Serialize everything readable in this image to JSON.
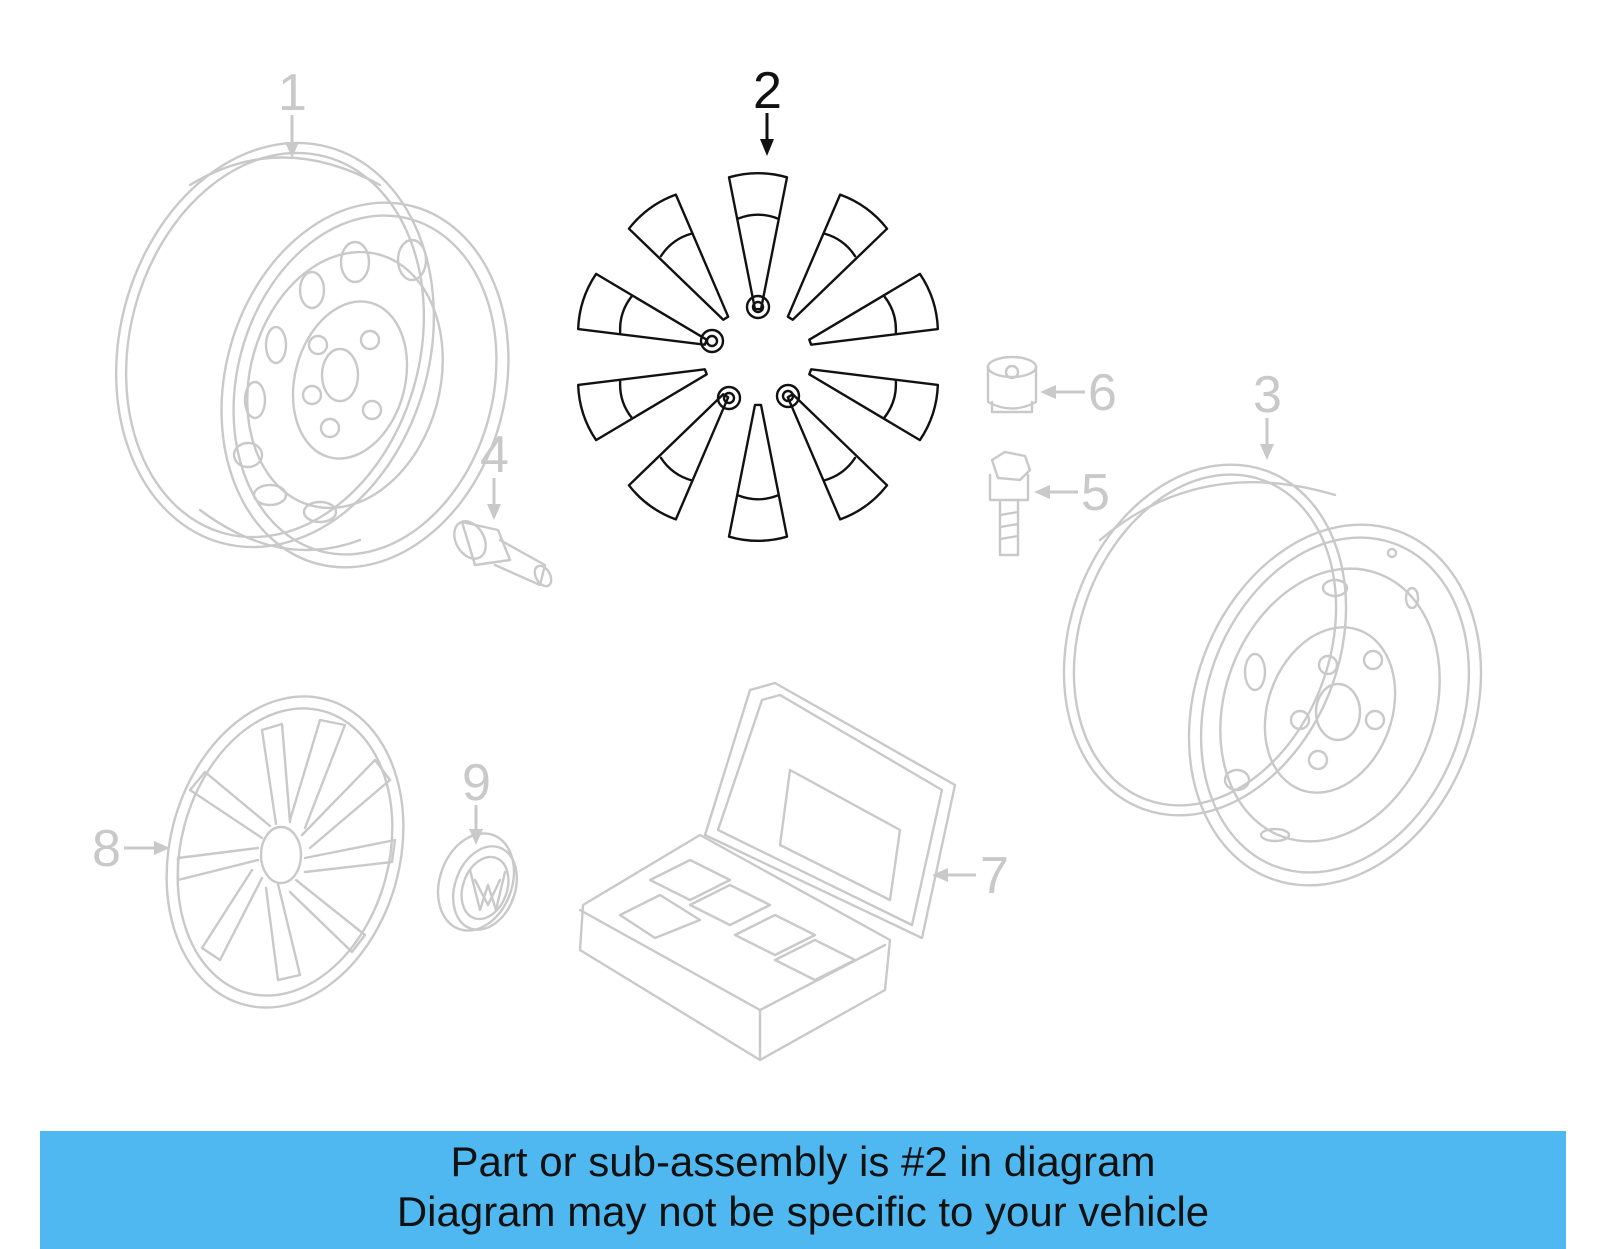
{
  "diagram": {
    "callouts": {
      "c1": "1",
      "c2": "2",
      "c3": "3",
      "c4": "4",
      "c5": "5",
      "c6": "6",
      "c7": "7",
      "c8": "8",
      "c9": "9"
    },
    "highlighted_part": "2",
    "colors": {
      "highlight": "#111111",
      "faded": "#c9c9c9",
      "banner": "#4fb8f0"
    }
  },
  "banner": {
    "line1": "Part or sub-assembly is #2 in diagram",
    "line2": "Diagram may not be specific to your vehicle"
  }
}
